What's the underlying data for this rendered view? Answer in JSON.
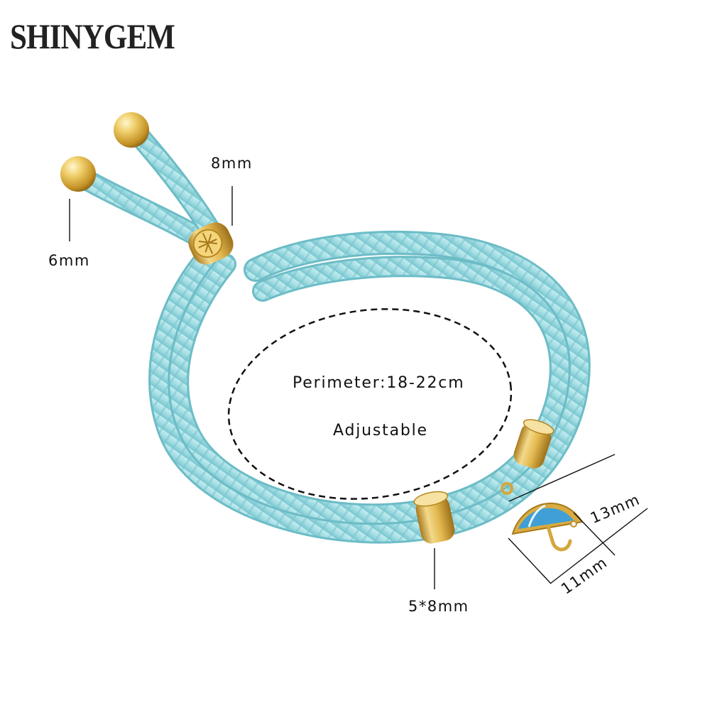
{
  "brand": {
    "name": "SHINYGEM"
  },
  "dimensions": {
    "ball_bead": "6mm",
    "slider_bead": "8mm",
    "spacer_tube": "5*8mm",
    "charm_height": "13mm",
    "charm_width": "11mm"
  },
  "perimeter": {
    "size": "Perimeter:18-22cm",
    "note": "Adjustable"
  },
  "colors": {
    "cord": "#a3dde3",
    "cord_shadow": "#6cbcc6",
    "gold": "#e2b84f",
    "enamel": "#3f9fd6"
  }
}
